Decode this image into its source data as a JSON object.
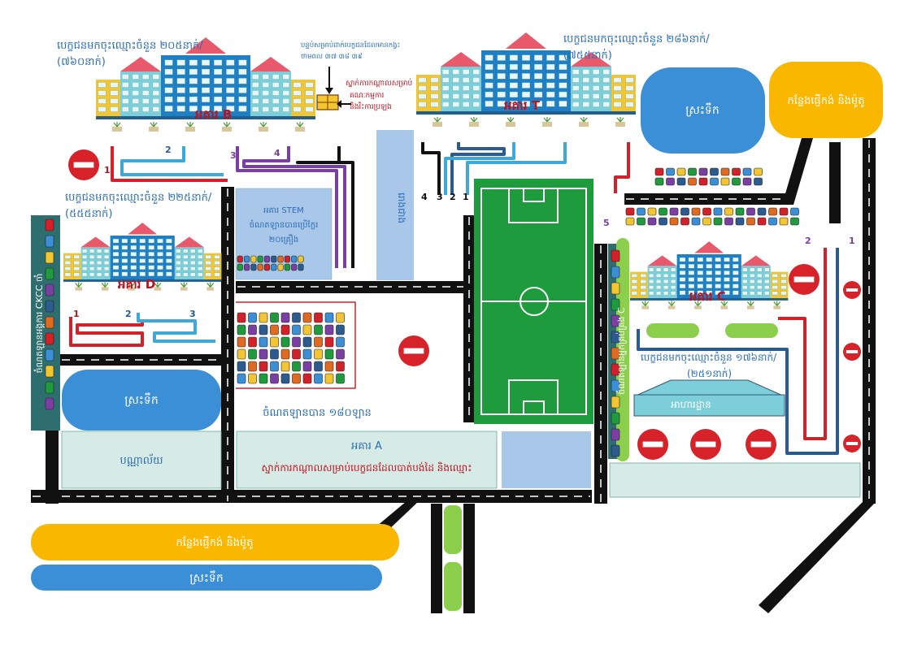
{
  "labels": {
    "b_students": "បេក្ខជនមកចុះឈ្មោះចំនួន ២០៥នាក់/",
    "b_students2": "(៧៦០នាក់)",
    "t_students": "បេក្ខជនមកចុះឈ្មោះចំនួន ២៨៦នាក់/",
    "t_students2": "(៧៥៥នាក់)",
    "d_students": "បេក្ខជនមកចុះឈ្មោះចំនួន ២២៥នាក់/",
    "d_students2": "(៥៥៥នាក់)",
    "c_students": "បេក្ខជនមកចុះឈ្មោះចំនួន ១៧៦នាក់/",
    "c_students2": "(២៥១នាក់)",
    "b_note1": "បន្ទប់សម្រាប់ដាក់បេក្ខជនដែលមានកង្វះ",
    "b_note2": "ថាមពល ៣៧ ៣៨ ៣៩",
    "b_note3": "ស្នាក់ការកណ្តាលសម្រាប់",
    "b_note4": "គណៈកម្មការ",
    "b_note5": "និងរិះការប្រឡង",
    "building_b": "អគារ B",
    "building_t": "អគារ T",
    "building_d": "អគារ D",
    "building_c": "អគារ C",
    "building_a": "អគារ A",
    "building_a_sub": "ស្នាក់ការកណ្តាលសម្រាប់បេក្ខជនដែលបាត់បង់ដៃ និងឈ្មោះ",
    "stem_title": "អគារ STEM",
    "stem_sub1": "ចំណតឡានបានប្រើក្លែរ",
    "stem_sub2": "២០គ្រឿង",
    "water_tr": "ស្រះទឹក",
    "water_l": "ស្រះទឹក",
    "water_bottom": "ស្រះទឹក",
    "parking_moto_tr": "កន្លែងផ្ញើកង់ និងម៉ូតូ",
    "parking_moto_bottom": "កន្លែងផ្ញើកង់ និងម៉ូតូ",
    "library": "បណ្ណាល័យ",
    "parking_cars": "ចំណតឡានបាន ១៨០ឡាន",
    "canteen": "អាហារដ្ឋាន",
    "vertical_left": "ចំណតឡានអង្គការ CKCC ចាំ",
    "vertical_mid": "រោងជាង",
    "vertical_c": "ចំណតឡានអ្នកគ្រប់គ្រង C"
  },
  "queue_numbers": [
    "1",
    "2",
    "3",
    "4",
    "1",
    "2",
    "3",
    "4",
    "5",
    "1",
    "2",
    "3",
    "2",
    "1"
  ],
  "colors": {
    "road": "#111111",
    "building_blue": "#1f7fc4",
    "building_light": "#7ccfd8",
    "building_yellow": "#f2c531",
    "roof": "#e85a6b",
    "water": "#3a8fd6",
    "field": "#1e9b3c",
    "yellow_area": "#f9b700",
    "label_blue": "#2a6db5",
    "label_red": "#c0111f",
    "pale": "#d7ebe6",
    "stem": "#a9c7e8"
  }
}
